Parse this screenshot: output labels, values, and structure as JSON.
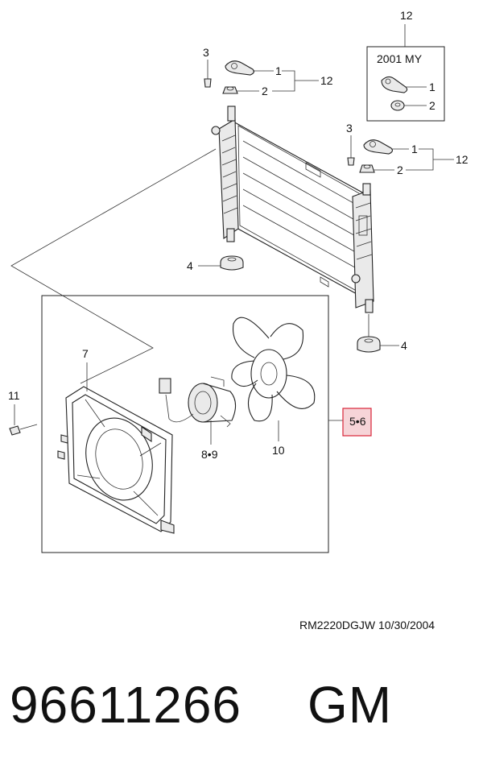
{
  "diagram": {
    "inset": {
      "title": "2001 MY",
      "group_callout": "12",
      "callouts": [
        "1",
        "2"
      ]
    },
    "callouts": {
      "top_left_bolt": "3",
      "top_left_bracket": "1",
      "top_left_nut": "2",
      "top_left_group": "12",
      "right_bolt": "3",
      "right_bracket": "1",
      "right_nut": "2",
      "right_group": "12",
      "left_mount": "4",
      "right_mount": "4",
      "shroud": "7",
      "screw": "11",
      "motor": "8•9",
      "fan": "10",
      "assembly": "5•6"
    },
    "colors": {
      "highlight_fill": "#f6d4d8",
      "highlight_stroke": "#d9263a",
      "line": "#222222"
    }
  },
  "footer": {
    "reference": "RM2220DGJW  10/30/2004",
    "part_number": "96611266",
    "brand": "GM"
  }
}
